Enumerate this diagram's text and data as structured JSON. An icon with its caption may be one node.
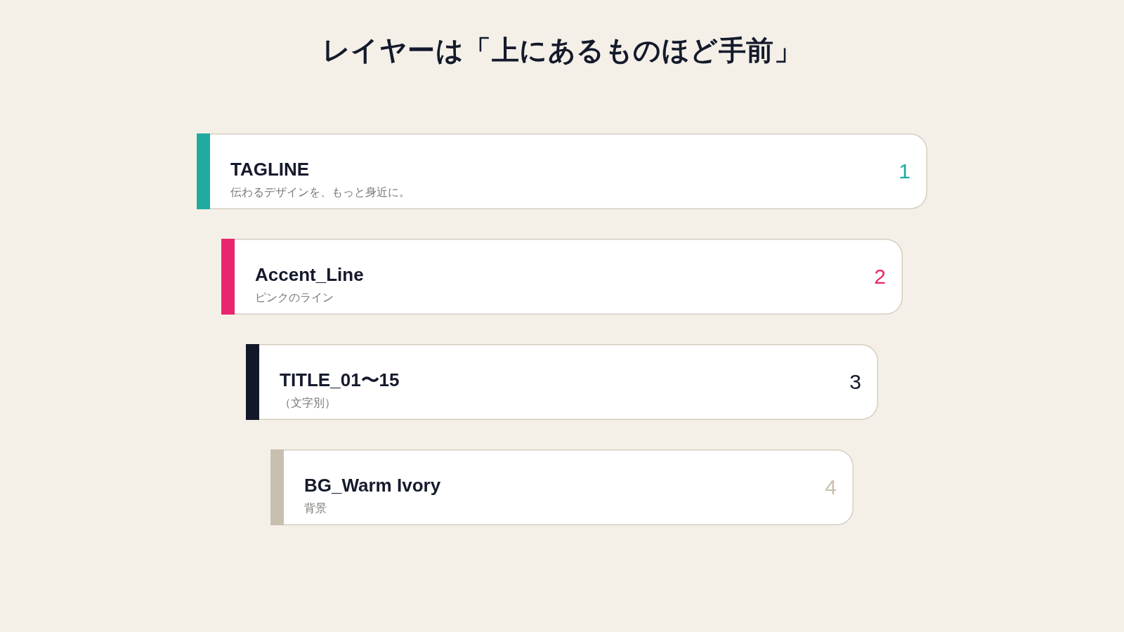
{
  "diagram": {
    "title": "レイヤーは「上にあるものほど手前」",
    "nodes": [
      {
        "text": [
          "TAGLINE",
          "伝わるデザインを、もっと身近に。",
          "1"
        ]
      },
      {
        "text": [
          "Accent_Line",
          "ピンクのライン",
          "2"
        ]
      },
      {
        "text": [
          "TITLE_01〜15",
          "（文字別）",
          "3"
        ]
      },
      {
        "text": [
          "BG_Warm Ivory",
          "背景",
          "4"
        ]
      }
    ],
    "edges": []
  }
}
